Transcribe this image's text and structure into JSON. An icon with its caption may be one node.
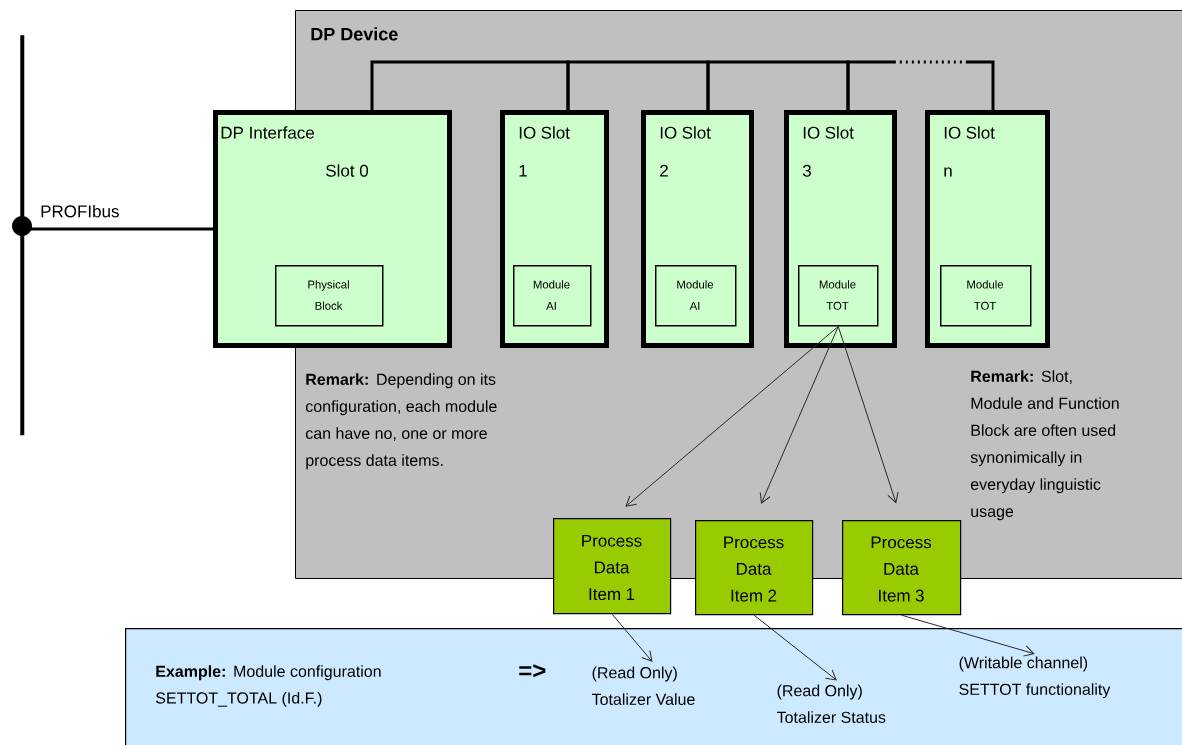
{
  "diagram": {
    "nodes": [
      {
        "text": [
          "DP Device"
        ]
      },
      {
        "text": [
          "DP Interface",
          "Slot 0"
        ]
      },
      {
        "text": [
          "Physical Block"
        ],
        "in": 1
      },
      {
        "text": [
          "IO Slot 1"
        ],
        "in": 0
      },
      {
        "text": [
          "Module AI"
        ],
        "in": 3
      },
      {
        "text": [
          "IO Slot 2"
        ],
        "in": 0
      },
      {
        "text": [
          "Module AI"
        ],
        "in": 5
      },
      {
        "text": [
          "IO Slot 3"
        ],
        "in": 0
      },
      {
        "text": [
          "Module TOT"
        ],
        "in": 7
      },
      {
        "text": [
          "IO Slot n"
        ],
        "in": 0
      },
      {
        "text": [
          "Module TOT"
        ],
        "in": 9
      },
      {
        "text": [
          "Process Data Item 1"
        ]
      },
      {
        "text": [
          "Process Data Item 2"
        ]
      },
      {
        "text": [
          "Process Data Item 3"
        ]
      },
      {
        "text": [
          "**Example:** Module configuration SETTOT_TOTAL (Id.F.)",
          "=>"
        ]
      },
      {
        "text": [
          "(Read Only) Totalizer Value"
        ],
        "in": 14
      },
      {
        "text": [
          "(Read Only) Totalizer Status"
        ],
        "in": 14
      },
      {
        "text": [
          "(Writable channel) SETTOT functionality"
        ],
        "in": 14
      },
      {
        "text": [],
        "shape": "bar"
      }
    ],
    "edges": [
      {
        "from": 18,
        "to": 1,
        "arrow": "none",
        "label": "PROFIbus",
        "style": "thick"
      },
      {
        "from": 1,
        "to": 3,
        "arrow": "none",
        "style": "thick"
      },
      {
        "from": 3,
        "to": 5,
        "arrow": "none",
        "style": "thick"
      },
      {
        "from": 5,
        "to": 7,
        "arrow": "none",
        "style": "thick"
      },
      {
        "from": 7,
        "to": 9,
        "arrow": "none",
        "style": "dashed"
      },
      {
        "from": 8,
        "to": 11,
        "arrow": "to"
      },
      {
        "from": 8,
        "to": 12,
        "arrow": "to"
      },
      {
        "from": 8,
        "to": 13,
        "arrow": "to"
      },
      {
        "from": 11,
        "to": 15,
        "arrow": "to"
      },
      {
        "from": 12,
        "to": 16,
        "arrow": "to"
      },
      {
        "from": 13,
        "to": 17,
        "arrow": "to"
      }
    ],
    "labels": [
      "**Remark:** Depending on its configuration, each module can have no, one or more process data items.",
      "**Remark:** Slot, Module and Function Block are often used synonimically in everyday linguistic usage"
    ]
  }
}
